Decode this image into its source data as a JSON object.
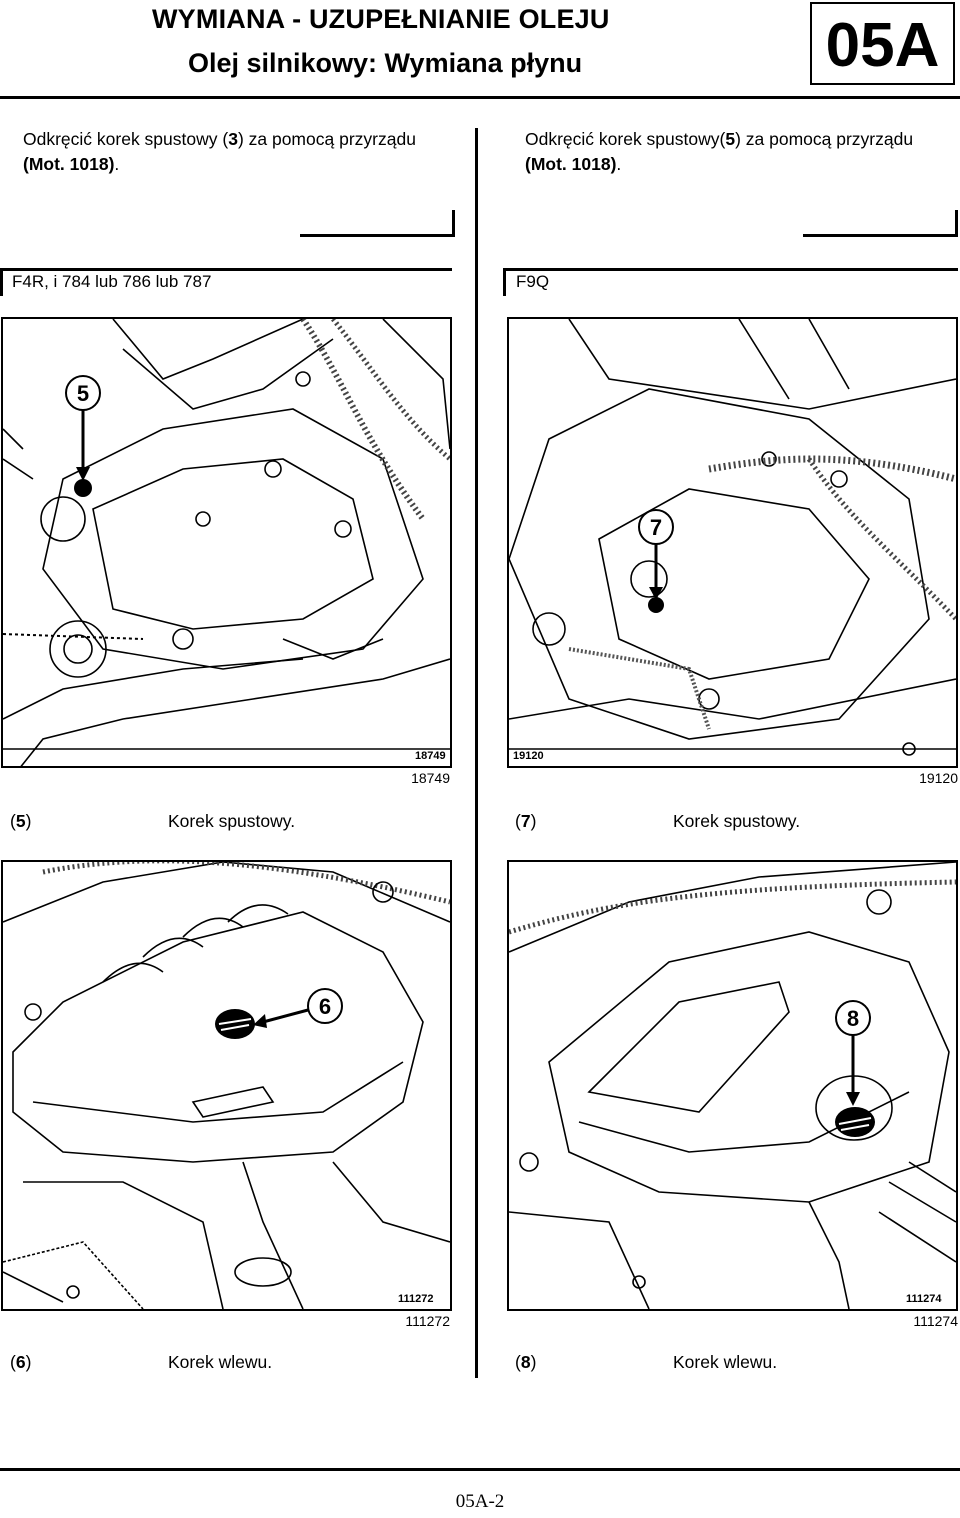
{
  "header": {
    "title": "WYMIANA - UZUPEŁNIANIE OLEJU",
    "subtitle": "Olej silnikowy: Wymiana płynu",
    "section": "05A"
  },
  "left": {
    "para_pre": "Odkręcić korek spustowy (",
    "para_num": "3",
    "para_post": ") za pomocą przyrządu",
    "para_tool": "(Mot. 1018)",
    "para_end": ".",
    "engine": "F4R, i 784 lub 786 lub 787",
    "fig1_code": "18749",
    "fig1_inner_code": "18749",
    "fig1_callout": "5",
    "legend1_num": "5",
    "legend1_text": "Korek spustowy.",
    "fig2_code": "111272",
    "fig2_inner_code": "111272",
    "fig2_callout": "6",
    "legend2_num": "6",
    "legend2_text": "Korek wlewu."
  },
  "right": {
    "para_pre": "Odkręcić korek spustowy(",
    "para_num": "5",
    "para_post": ") za pomocą przyrządu",
    "para_tool": "(Mot. 1018)",
    "para_end": ".",
    "engine": "F9Q",
    "fig1_code": "19120",
    "fig1_inner_code": "19120",
    "fig1_callout": "7",
    "legend1_num": "7",
    "legend1_text": "Korek spustowy.",
    "fig2_code": "111274",
    "fig2_inner_code": "111274",
    "fig2_callout": "8",
    "legend2_num": "8",
    "legend2_text": "Korek wlewu."
  },
  "footer": {
    "page": "05A-2"
  }
}
